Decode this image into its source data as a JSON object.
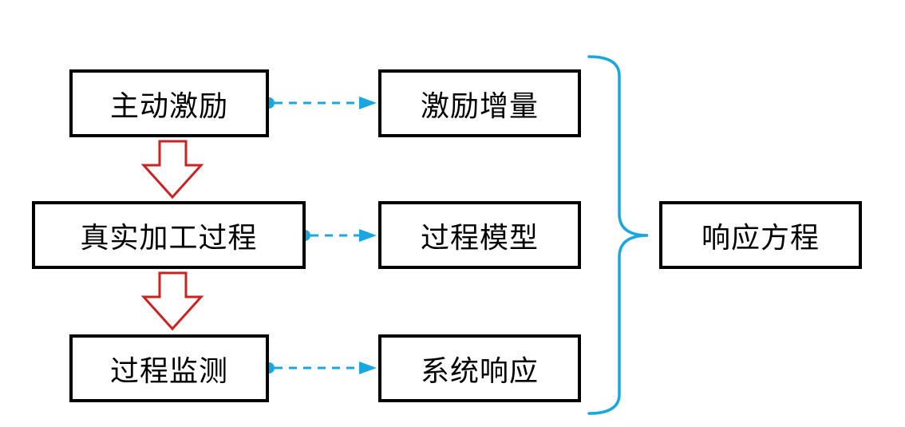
{
  "colors": {
    "box_border": "#000000",
    "connector": "#1aa7e0",
    "hollow_arrow": "#cc2222",
    "brace": "#1aa7e0"
  },
  "boxes": {
    "active_excitation": "主动激励",
    "real_process": "真实加工过程",
    "process_monitoring": "过程监测",
    "excitation_increment": "激励增量",
    "process_model": "过程模型",
    "system_response": "系统响应",
    "response_equation": "响应方程"
  }
}
